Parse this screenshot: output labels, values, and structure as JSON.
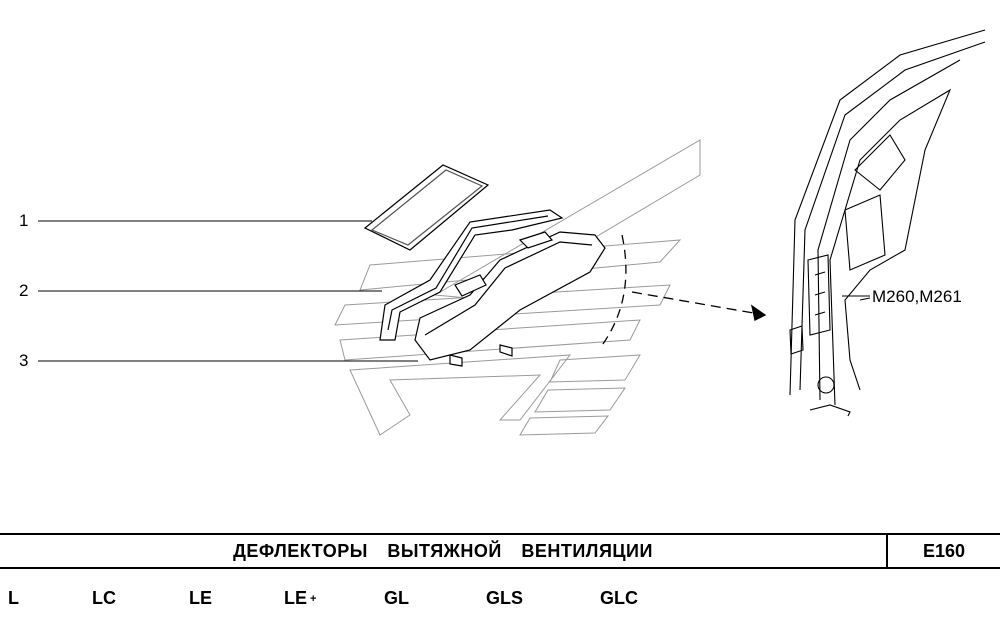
{
  "diagram": {
    "callouts": [
      "1",
      "2",
      "3"
    ],
    "reference_label": "M260,M261"
  },
  "title_block": {
    "title": "ДЕФЛЕКТОРЫ ВЫТЯЖНОЙ ВЕНТИЛЯЦИИ",
    "code": "E160"
  },
  "variants": [
    {
      "name": "L",
      "suffix": ""
    },
    {
      "name": "LC",
      "suffix": ""
    },
    {
      "name": "LE",
      "suffix": ""
    },
    {
      "name": "LE",
      "suffix": "+"
    },
    {
      "name": "GL",
      "suffix": ""
    },
    {
      "name": "GLS",
      "suffix": ""
    },
    {
      "name": "GLC",
      "suffix": ""
    }
  ]
}
